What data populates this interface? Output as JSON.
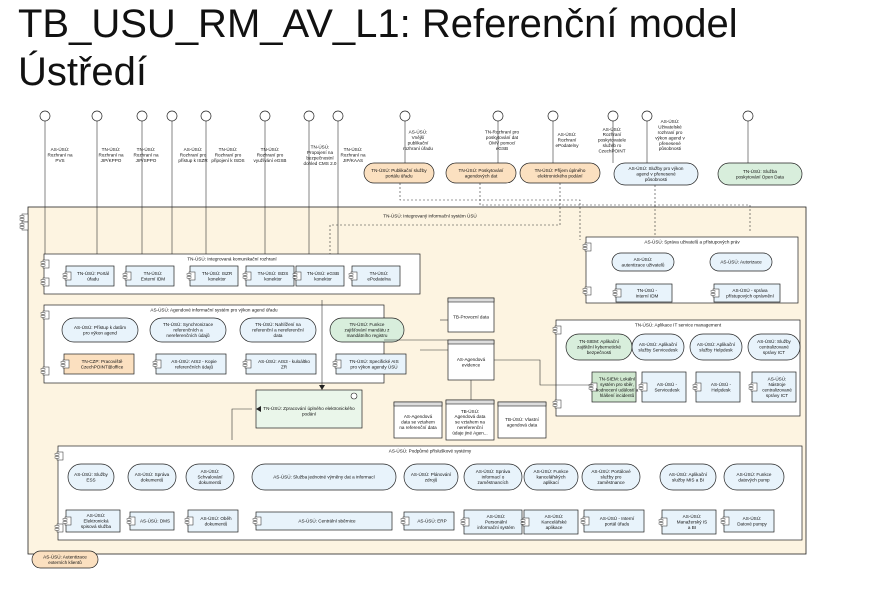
{
  "title": {
    "line1": "TB_USU_RM_AV_L1: Referenční model",
    "line2": "Ústředí"
  },
  "top_interfaces": [
    {
      "label": [
        "AS-ÚSÚ:",
        "Rozhraní na",
        "PVS"
      ]
    },
    {
      "label": [
        "TN-ÚSÚ:",
        "Rozhraní na",
        "JIP/KPPO"
      ]
    },
    {
      "label": [
        "TN-ÚSÚ:",
        "Rozhraní na",
        "JIP/SPPO"
      ]
    },
    {
      "label": [
        "AS-ÚSÚ:",
        "Rozhraní pro",
        "přístup k ISZR"
      ]
    },
    {
      "label": [
        "TN-ÚSÚ:",
        "Rozhraní pro",
        "připojení k ISDS"
      ]
    },
    {
      "label": [
        "TN-ÚSÚ:",
        "Rozhraní pro",
        "využívání eGSB"
      ]
    },
    {
      "label": [
        "TN-ÚSÚ:",
        "Propojení na",
        "bezpečnostní",
        "dohled CMS 2.0"
      ]
    },
    {
      "label": [
        "TN-ÚSÚ:",
        "Rozhraní na",
        "JIP/KAAS"
      ]
    },
    {
      "label": [
        "AS-ÚSÚ:",
        "Vnější",
        "publikační",
        "rozhraní úřadu"
      ]
    },
    {
      "label": [
        "TN-Rozhraní pro",
        "poskytování dat",
        "OMV pomocí",
        "eGSB"
      ]
    },
    {
      "label": [
        "AS-ÚSÚ:",
        "Rozhraní",
        "ePodatelny"
      ]
    },
    {
      "label": [
        "AS-ÚSÚ:",
        "Rozhraní",
        "poskytovatele",
        "služeb ro",
        "CzechPOINT"
      ]
    },
    {
      "label": [
        "AS-ÚSÚ:",
        "Uživatelské",
        "rozhraní pro",
        "výkon agend v",
        "přenesené",
        "působnosti"
      ]
    }
  ],
  "top_services": [
    {
      "label": [
        "TN-ÚSÚ: Publikační služby",
        "portálu úřadu"
      ]
    },
    {
      "label": [
        "TN-ÚSÚ: Poskytování",
        "agendových dat"
      ]
    },
    {
      "label": [
        "TN-ÚSÚ: Příjem úplného",
        "elektronického podání"
      ]
    },
    {
      "label": [
        "AS-ÚSÚ: Služby pro výkon",
        "agend v přenesené",
        "působnosti"
      ]
    },
    {
      "label": [
        "TN-ÚSÚ: Služba",
        "poskytování Open Data"
      ]
    }
  ],
  "outer_frame": "TN-ÚSÚ: Integrovaný informační systém ÚSÚ",
  "comm": {
    "title": "TN-ÚSÚ: Integrovaná komunikační rozhraní",
    "items": [
      [
        "TN-ÚSÚ: Portál",
        "úřadu"
      ],
      [
        "TN-ÚSÚ:",
        "Externí IDM"
      ],
      [
        "TN-ÚSÚ: ISZR",
        "konektor"
      ],
      [
        "TN-ÚSÚ: ISDS",
        "konektor"
      ],
      [
        "TN-ÚSÚ: eGSB",
        "konektor"
      ],
      [
        "TN-ÚSÚ:",
        "ePodatelna"
      ]
    ]
  },
  "agendas": {
    "title": "AS-ÚSÚ: Agendové informační systém pro výkon agend úřadu",
    "services": [
      [
        "AS-ÚSÚ: Přístup k datům",
        "pro výkon agend"
      ],
      [
        "TN-ÚSÚ: Synchronizace",
        "referenčních a",
        "nereferenčních údajů"
      ],
      [
        "TN-ÚSÚ: Nahlížení na",
        "referenční a nereferenční",
        "data"
      ],
      [
        "TN-ÚSÚ: Funkce",
        "zajišťování mandátu z",
        "mandátního registru"
      ]
    ],
    "components": [
      [
        "TN-CZP: Pracoviště",
        "CzechPOINT@office"
      ],
      [
        "AS-ÚSÚ: AIS2 - Kopie",
        "referenčních údajů"
      ],
      [
        "AS-ÚSÚ: AIS3 - kuloáltko",
        "ZR"
      ],
      [
        "TN-ÚSÚ: Specifické AIS",
        "pro výkon agendy ÚSÚ"
      ]
    ]
  },
  "data_objects": [
    [
      "TB-Provozní data"
    ],
    [
      "AS-Agendová",
      "evidence"
    ],
    [
      "AS-Agendová",
      "data se vztahem",
      "na referenční data"
    ],
    [
      "TB-ÚSÚ:",
      "Agendová data",
      "se vztahem na",
      "nereferenční",
      "údaje jiné Agen..."
    ],
    [
      "TB-ÚSÚ: Vlastní",
      "agendová data"
    ]
  ],
  "processing": [
    "TN-ÚSÚ: Zpracování úplného elektronického",
    "podání"
  ],
  "user_mgmt": {
    "title": "AS-ÚSÚ: Správa uživatelů a přístupových práv",
    "services": [
      [
        "AS-ÚSÚ:",
        "autentizace uživatelů"
      ],
      [
        "AS-ÚSÚ: Autorizace"
      ]
    ],
    "components": [
      [
        "TN-ÚSÚ -",
        "Interní IDM"
      ],
      [
        "AS-ÚSÚ - správa",
        "přístupových oprávnění"
      ]
    ]
  },
  "it_service": {
    "title": "TN-ÚSÚ: Aplikace IT service management",
    "services": [
      [
        "TN-SIEM: Aplikační",
        "zajištění kybernetické",
        "bezpečnosti"
      ],
      [
        "AS-ÚSÚ: Aplikační",
        "služby Servicedesk"
      ],
      [
        "AS-ÚSÚ: Aplikační",
        "služby Helpdesk"
      ],
      [
        "AS-ÚSÚ: Služby",
        "centralizované",
        "správy ICT"
      ]
    ],
    "components": [
      [
        "TN-SIEM: Lokální",
        "systém pro sběr,",
        "hodnocení událostí a",
        "hlášení incidentů"
      ],
      [
        "AS-ÚSÚ -",
        "Servicedesk"
      ],
      [
        "AS-ÚSÚ -",
        "Helpdesk"
      ],
      [
        "AS-ÚSÚ:",
        "Nástroje",
        "centralizované",
        "správy ICT"
      ]
    ]
  },
  "support": {
    "title": "AS-ÚSÚ: Podpůrné přísluškové systémy",
    "services": [
      [
        "AS-ÚSÚ: Služby",
        "ESS"
      ],
      [
        "AS-ÚSÚ: Správa",
        "dokumentů"
      ],
      [
        "AS-ÚSÚ:",
        "Schvalování",
        "dokumentů"
      ],
      [
        "AS-ÚSÚ: Služba jednotné výměny dat a informací"
      ],
      [
        "AS-ÚSÚ: Plánování",
        "zdrojů"
      ],
      [
        "AS-ÚSÚ: Správa",
        "informací o",
        "zaměstnancích"
      ],
      [
        "AS-ÚSÚ: Funkce",
        "kancelářských",
        "aplikací"
      ],
      [
        "AS-ÚSÚ: Portálové",
        "služby pro",
        "zaměstnance"
      ],
      [
        "AS-ÚSÚ: Aplikační",
        "služby MIS a BI"
      ],
      [
        "AS-ÚSÚ: Funkce",
        "datových pump"
      ]
    ],
    "components": [
      [
        "AS-ÚSÚ:",
        "Elektronická",
        "spisová služba"
      ],
      [
        "AS-ÚSÚ: DMS"
      ],
      [
        "AS-ÚSÚ: Oběh",
        "dokumentů"
      ],
      [
        "AS-ÚSÚ: Centrální sběrnice"
      ],
      [
        "AS-ÚSÚ: ERP"
      ],
      [
        "AS-ÚSÚ:",
        "Personální",
        "informační systém"
      ],
      [
        "AS-ÚSÚ:",
        "Kancelářské",
        "aplikace"
      ],
      [
        "AS-ÚSÚ - Interní",
        "portál úřadu"
      ],
      [
        "AS-ÚSÚ:",
        "Manažerský IS",
        "a BI"
      ],
      [
        "AS-ÚSÚ:",
        "Datové pumpy"
      ]
    ]
  },
  "legend_service": [
    "AS-ÚSÚ: Autentizace",
    "externích klientů"
  ],
  "colors": {
    "app_fill": "#e8f3fb",
    "app_service_fill": "#e8f3fb",
    "tech_service_fill": "#d8eedc",
    "business_service_fill": "#fbe0c0",
    "outer_fill": "#fdf4e1",
    "white_box": "#ffffff",
    "stroke": "#222222"
  }
}
